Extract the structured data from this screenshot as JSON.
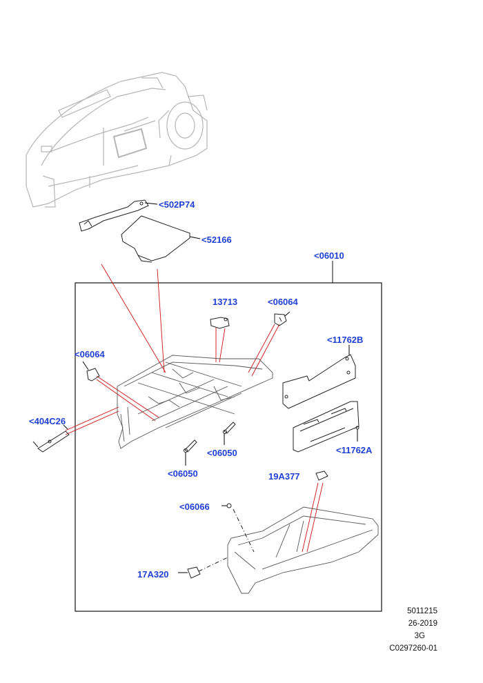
{
  "callouts": {
    "c502P74": "<502P74",
    "c52166": "<52166",
    "c06010": "<06010",
    "c13713": "13713",
    "c06064_top": "<06064",
    "c11762B": "<11762B",
    "c06064_left": "<06064",
    "c404C26": "<404C26",
    "c06050_right": "<06050",
    "c11762A": "<11762A",
    "c06050_left": "<06050",
    "c19A377": "19A377",
    "c06066": "<06066",
    "c17A320": "17A320"
  },
  "footer": {
    "line1": "5011215",
    "line2": "26-2019",
    "line3": "3G",
    "line4": "C0297260-01"
  },
  "colors": {
    "callout": "#1f3fd6",
    "leader": "#d01010",
    "outline": "#222222"
  }
}
